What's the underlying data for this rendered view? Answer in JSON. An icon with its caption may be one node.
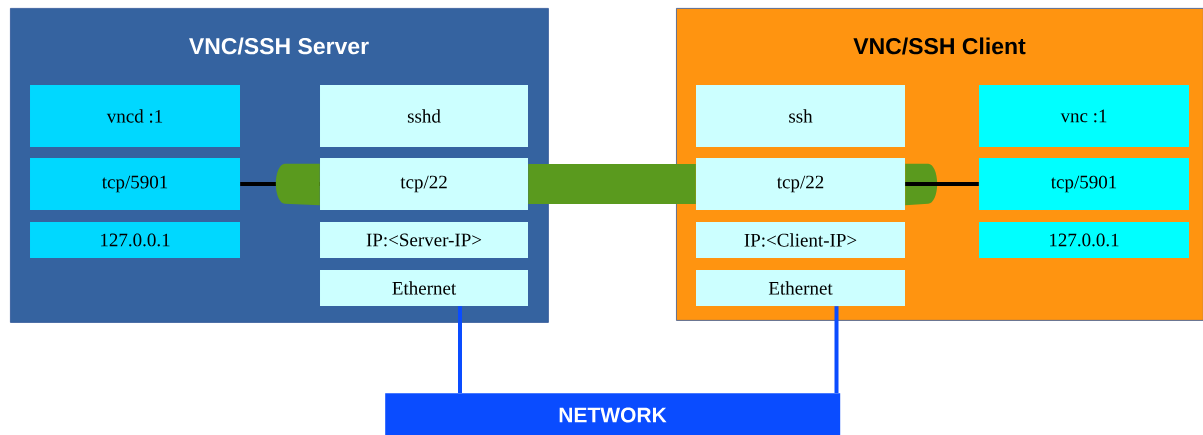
{
  "diagram": {
    "nodes": [
      {
        "text": [
          "VNC/SSH Server"
        ]
      },
      {
        "text": [
          "vncd :1"
        ],
        "in": 0
      },
      {
        "text": [
          "tcp/5901"
        ],
        "in": 0
      },
      {
        "text": [
          "127.0.0.1"
        ],
        "in": 0
      },
      {
        "text": [
          "sshd"
        ],
        "in": 0
      },
      {
        "text": [
          "tcp/22"
        ],
        "in": 0
      },
      {
        "text": [
          "IP:<Server-IP>"
        ],
        "in": 0
      },
      {
        "text": [
          "Ethernet"
        ],
        "in": 0
      },
      {
        "text": [
          "VNC/SSH Client"
        ]
      },
      {
        "text": [
          "ssh"
        ],
        "in": 8
      },
      {
        "text": [
          "tcp/22"
        ],
        "in": 8
      },
      {
        "text": [
          "IP:<Client-IP>"
        ],
        "in": 8
      },
      {
        "text": [
          "Ethernet"
        ],
        "in": 8
      },
      {
        "text": [
          "vnc :1"
        ],
        "in": 8
      },
      {
        "text": [
          "tcp/5901"
        ],
        "in": 8
      },
      {
        "text": [
          "127.0.0.1"
        ],
        "in": 8
      },
      {
        "text": [
          "NETWORK"
        ]
      }
    ],
    "edges": [
      {
        "from": 2,
        "to": 5,
        "arrow": "none"
      },
      {
        "from": 5,
        "to": 10,
        "arrow": "none",
        "style": "thick",
        "color": "#5a9a1e"
      },
      {
        "from": 10,
        "to": 14,
        "arrow": "none"
      },
      {
        "from": 7,
        "to": 16,
        "arrow": "none",
        "color": "#0a4cff"
      },
      {
        "from": 12,
        "to": 16,
        "arrow": "none",
        "color": "#0a4cff"
      }
    ]
  }
}
